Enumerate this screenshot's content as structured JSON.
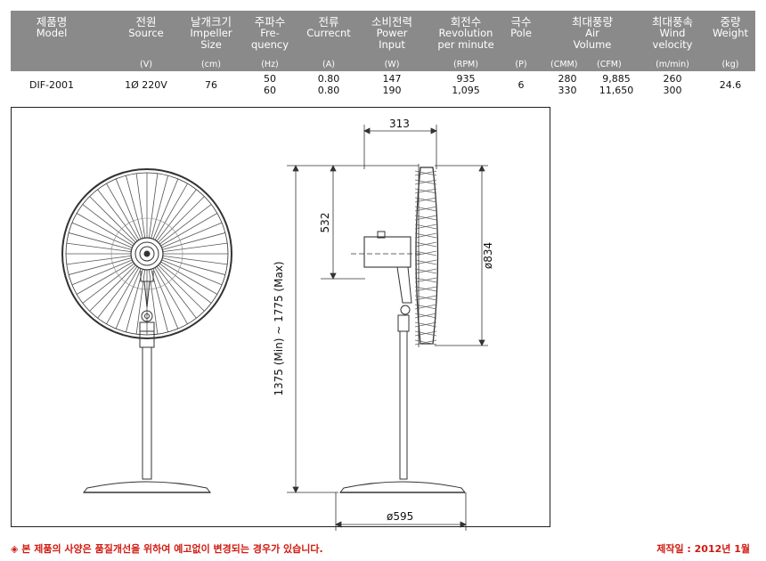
{
  "header": {
    "columns": [
      {
        "ko": "제품명",
        "en": [
          "Model"
        ],
        "unit": ""
      },
      {
        "ko": "전원",
        "en": [
          "Source"
        ],
        "unit": "(V)"
      },
      {
        "ko": "날개크기",
        "en": [
          "Impeller",
          "Size"
        ],
        "unit": "(cm)"
      },
      {
        "ko": "주파수",
        "en": [
          "Fre-",
          "quency"
        ],
        "unit": "(Hz)"
      },
      {
        "ko": "전류",
        "en": [
          "Currecnt"
        ],
        "unit": "(A)"
      },
      {
        "ko": "소비전력",
        "en": [
          "Power",
          "Input"
        ],
        "unit": "(W)"
      },
      {
        "ko": "회전수",
        "en": [
          "Revolution",
          "per minute"
        ],
        "unit": "(RPM)"
      },
      {
        "ko": "극수",
        "en": [
          "Pole"
        ],
        "unit": "(P)"
      },
      {
        "ko": "최대풍량",
        "en": [
          "Air",
          "Volume"
        ],
        "unit": "",
        "units2": [
          "(CMM)",
          "(CFM)"
        ]
      },
      {
        "ko": "최대풍속",
        "en": [
          "Wind",
          "velocity"
        ],
        "unit": "(m/min)"
      },
      {
        "ko": "중량",
        "en": [
          "Weight"
        ],
        "unit": "(kg)"
      }
    ]
  },
  "row": {
    "model": "DIF-2001",
    "source": "1Ø 220V",
    "size": "76",
    "freq": [
      "50",
      "60"
    ],
    "current": [
      "0.80",
      "0.80"
    ],
    "power": [
      "147",
      "190"
    ],
    "rpm": [
      "935",
      "1,095"
    ],
    "pole": "6",
    "cmm": [
      "280",
      "330"
    ],
    "cfm": [
      "9,885",
      "11,650"
    ],
    "wind": [
      "260",
      "300"
    ],
    "weight": "24.6"
  },
  "dims": {
    "depth": "313",
    "head": "532",
    "height": "1375 (Min) ~ 1775 (Max)",
    "diameter": "ø834",
    "base": "ø595"
  },
  "footer": {
    "note": "◈ 본 제품의 사양은 품질개선을 위하여 예고없이 변경되는 경우가 있습니다.",
    "date": "제작일 : 2012년 1월"
  },
  "colors": {
    "header_bg": "#8a8a8a",
    "footer_text": "#d01a10"
  }
}
